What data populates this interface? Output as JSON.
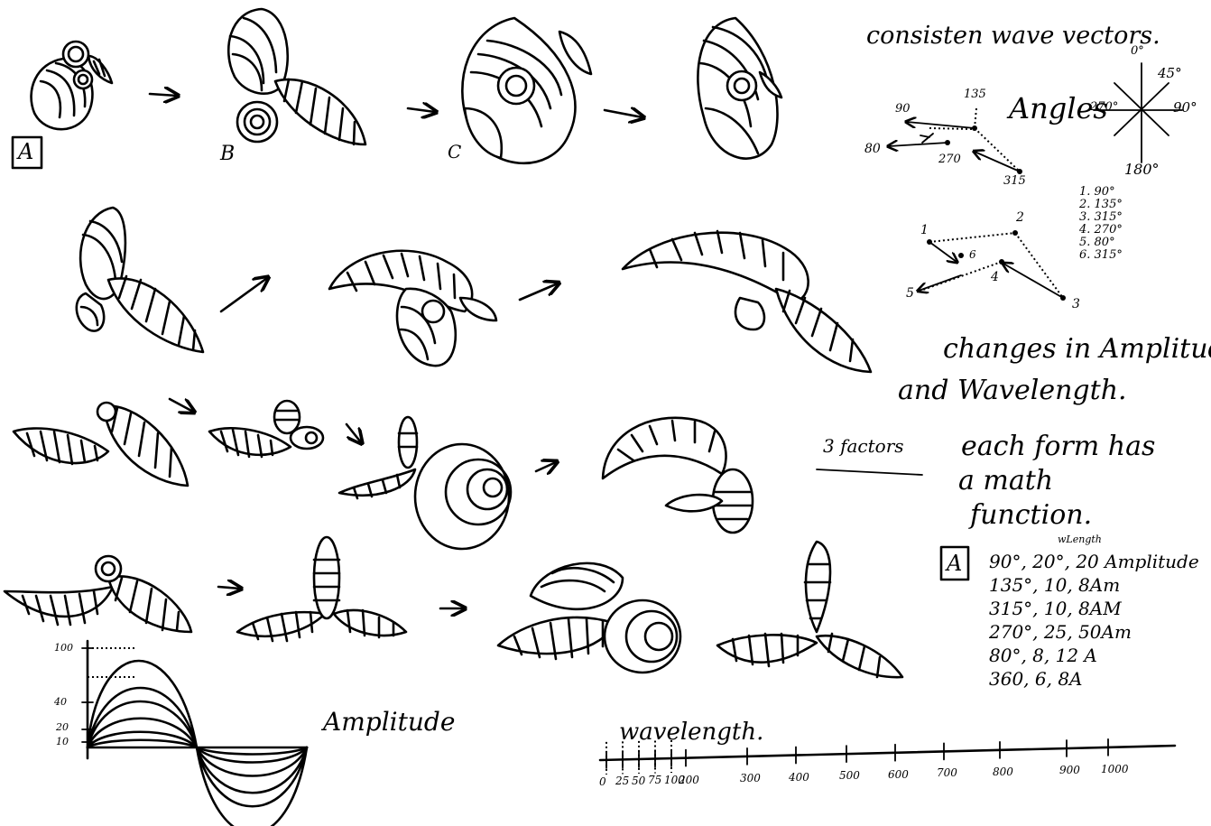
{
  "panel_labels": {
    "a": "A",
    "b": "B",
    "c": "C"
  },
  "notes": {
    "title": "consisten wave vectors.",
    "angles_heading": "Angles",
    "changes": "changes in Amplitude",
    "changes2": "and Wavelength.",
    "factors": "3 factors",
    "form_math_1": "each form has",
    "form_math_2": "a math",
    "form_math_3": "function."
  },
  "compass": {
    "north": "0°",
    "ne": "45°",
    "east": "90°",
    "west": "270°",
    "south": "180°"
  },
  "vector_sketch_1": {
    "labels": [
      "135",
      "90",
      "80",
      "270",
      "315"
    ]
  },
  "vector_sketch_2": {
    "points": [
      "1",
      "2",
      "3",
      "4",
      "5",
      "6"
    ]
  },
  "angle_list": [
    "1. 90°",
    "2. 135°",
    "3. 315°",
    "4. 270°",
    "5. 80°",
    "6. 315°"
  ],
  "formula_table": {
    "key": "A",
    "wlength_note": "wLength",
    "rows": [
      "90°, 20°, 20 Amplitude",
      "135°, 10, 8Am",
      "315°, 10, 8AM",
      "270°, 25, 50Am",
      "80°, 8, 12 A",
      "360, 6, 8A"
    ]
  },
  "amplitude_chart": {
    "label": "Amplitude",
    "ticks": [
      "100",
      "40",
      "20",
      "10"
    ]
  },
  "wavelength_scale": {
    "label": "wavelength.",
    "ticks": [
      "0",
      "25",
      "50",
      "75",
      "100",
      "200",
      "300",
      "400",
      "500",
      "600",
      "700",
      "800",
      "900",
      "1000"
    ]
  },
  "arrow_icon": "arrow-icon"
}
